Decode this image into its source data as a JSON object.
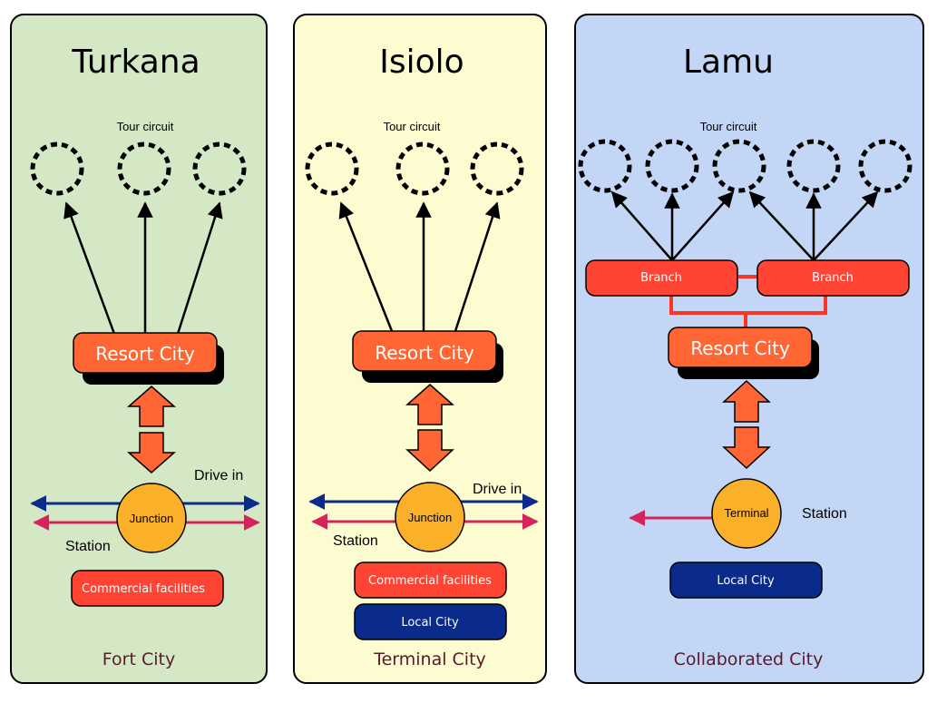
{
  "panels": [
    {
      "title": "Turkana",
      "circuit_label": "Tour circuit",
      "resort": "Resort City",
      "hub": "Junction",
      "drive_label": "Drive in",
      "station_label": "Station",
      "facility": "Commercial facilities",
      "footer": "Fort City"
    },
    {
      "title": "Isiolo",
      "circuit_label": "Tour circuit",
      "resort": "Resort City",
      "hub": "Junction",
      "drive_label": "Drive in",
      "station_label": "Station",
      "facility": "Commercial facilities",
      "local": "Local City",
      "footer": "Terminal City"
    },
    {
      "title": "Lamu",
      "circuit_label": "Tour circuit",
      "branch_left": "Branch",
      "branch_right": "Branch",
      "resort": "Resort City",
      "hub": "Terminal",
      "station_label": "Station",
      "local": "Local City",
      "footer": "Collaborated City"
    }
  ],
  "colors": {
    "panel1_bg": "#d4e8c6",
    "panel2_bg": "#fdfbd0",
    "panel3_bg": "#c3d6f6",
    "orange": "#ff6633",
    "red_box": "#ff4433",
    "navy": "#0a2a8c",
    "hub": "#fbb02a",
    "pink": "#d6245a",
    "footer_text": "#5a1a2a"
  }
}
